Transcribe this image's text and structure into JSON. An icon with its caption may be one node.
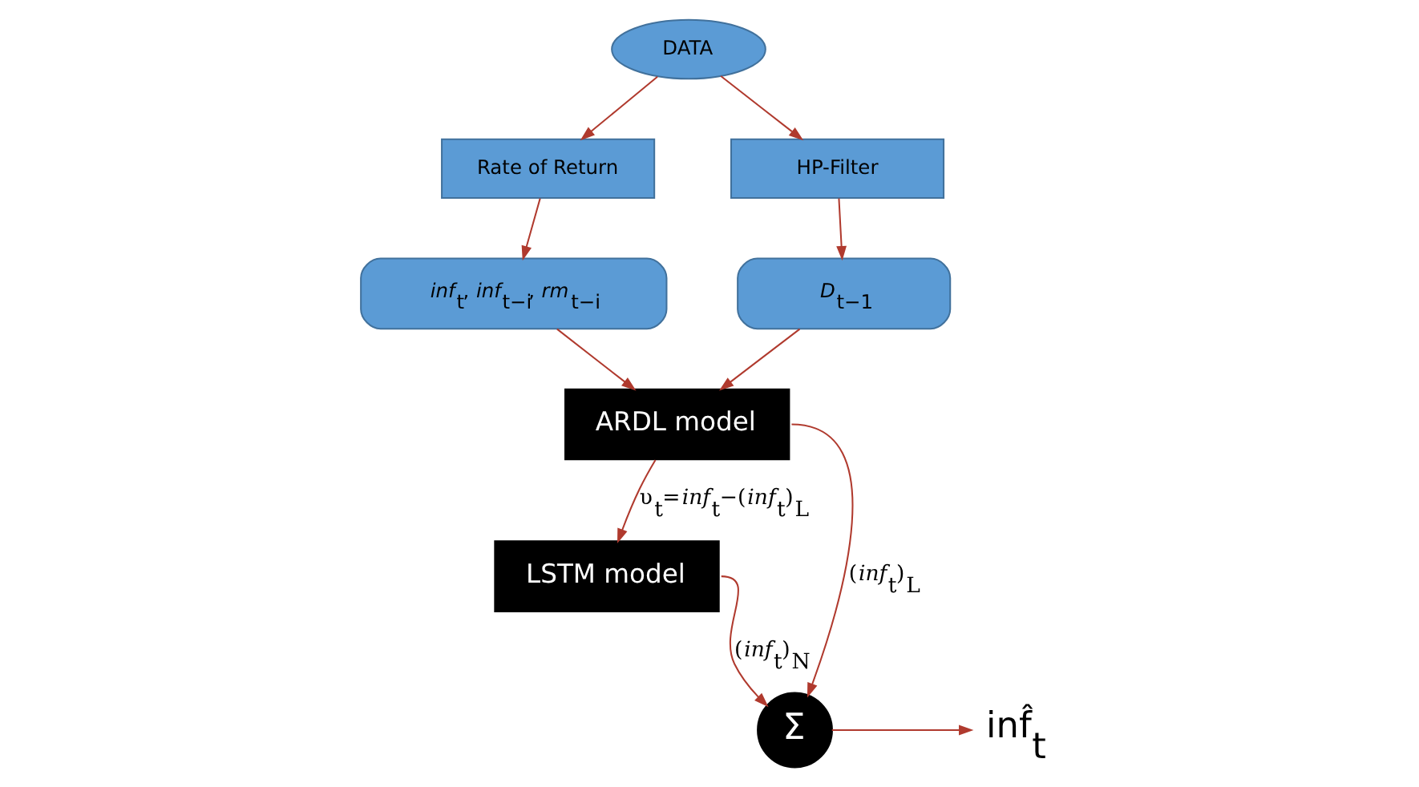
{
  "diagram": {
    "nodes": [
      {
        "text": [
          "DATA"
        ]
      },
      {
        "text": [
          "Rate of Return"
        ]
      },
      {
        "text": [
          "HP-Filter"
        ]
      },
      {
        "text": [
          "*inf*$_{t}$, *inf*$_{t−i}$, *rm*$_{t−i}$"
        ]
      },
      {
        "text": [
          "*D*$_{t−1}$"
        ]
      },
      {
        "text": [
          "ARDL model"
        ]
      },
      {
        "text": [
          "LSTM model"
        ]
      },
      {
        "text": [
          "Σ"
        ]
      },
      {
        "text": [
          "inf̂$_{t}$"
        ]
      }
    ],
    "edges": [
      {
        "from": 0,
        "to": 1,
        "arrow": "to"
      },
      {
        "from": 0,
        "to": 2,
        "arrow": "to"
      },
      {
        "from": 1,
        "to": 3,
        "arrow": "to"
      },
      {
        "from": 2,
        "to": 4,
        "arrow": "to"
      },
      {
        "from": 3,
        "to": 5,
        "arrow": "to"
      },
      {
        "from": 4,
        "to": 5,
        "arrow": "to"
      },
      {
        "from": 5,
        "to": 6,
        "arrow": "to",
        "label": "υ$_{t}$=*inf*$_{t}$−(*inf*$_{t}$)$_{L}$"
      },
      {
        "from": 5,
        "to": 7,
        "arrow": "to",
        "label": "(*inf*$_{t}$)$_{L}$"
      },
      {
        "from": 6,
        "to": 7,
        "arrow": "to",
        "label": "(*inf*$_{t}$)$_{N}$"
      },
      {
        "from": 7,
        "to": 8,
        "arrow": "to"
      }
    ]
  }
}
